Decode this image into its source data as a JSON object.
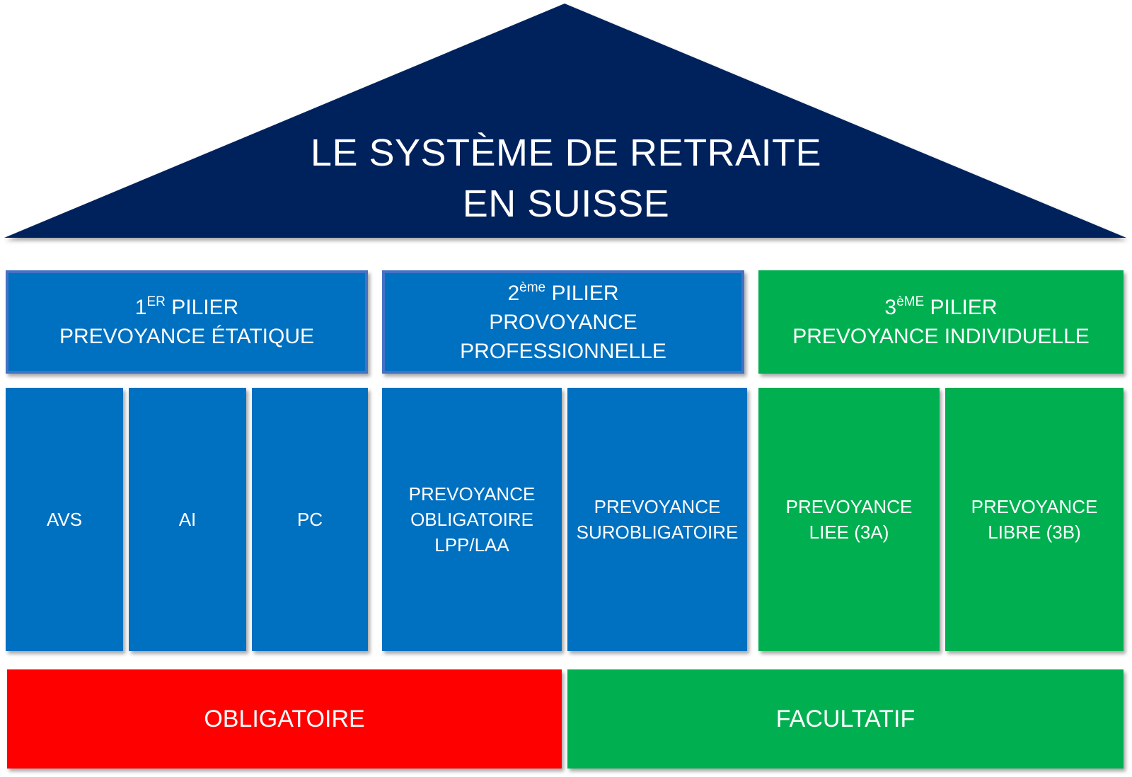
{
  "colors": {
    "roof": "#00205b",
    "blue": "#0070c0",
    "blue_border": "#4472c4",
    "green": "#00b050",
    "red": "#ff0000",
    "text": "#ffffff"
  },
  "roof": {
    "line1": "LE SYSTÈME DE RETRAITE",
    "line2": "EN SUISSE"
  },
  "pillars": [
    {
      "num": "1",
      "sup": "ER",
      "word": "PILIER",
      "subtitle": "PREVOYANCE ÉTATIQUE",
      "columns": [
        {
          "lines": [
            "AVS"
          ]
        },
        {
          "lines": [
            "AI"
          ]
        },
        {
          "lines": [
            "PC"
          ]
        }
      ]
    },
    {
      "num": "2",
      "sup": "ème",
      "word": "PILIER",
      "subtitle": "PROVOYANCE PROFESSIONNELLE",
      "columns": [
        {
          "lines": [
            "PREVOYANCE",
            "OBLIGATOIRE",
            "LPP/LAA"
          ]
        },
        {
          "lines": [
            "PREVOYANCE",
            "SUROBLIGATOIRE"
          ]
        }
      ]
    },
    {
      "num": "3",
      "sup": "èME",
      "word": "PILIER",
      "subtitle": "PREVOYANCE INDIVIDUELLE",
      "columns": [
        {
          "lines": [
            "PREVOYANCE",
            "LIEE (3A)"
          ]
        },
        {
          "lines": [
            "PREVOYANCE",
            "LIBRE (3B)"
          ]
        }
      ]
    }
  ],
  "footer": {
    "mandatory": "OBLIGATOIRE",
    "optional": "FACULTATIF"
  }
}
